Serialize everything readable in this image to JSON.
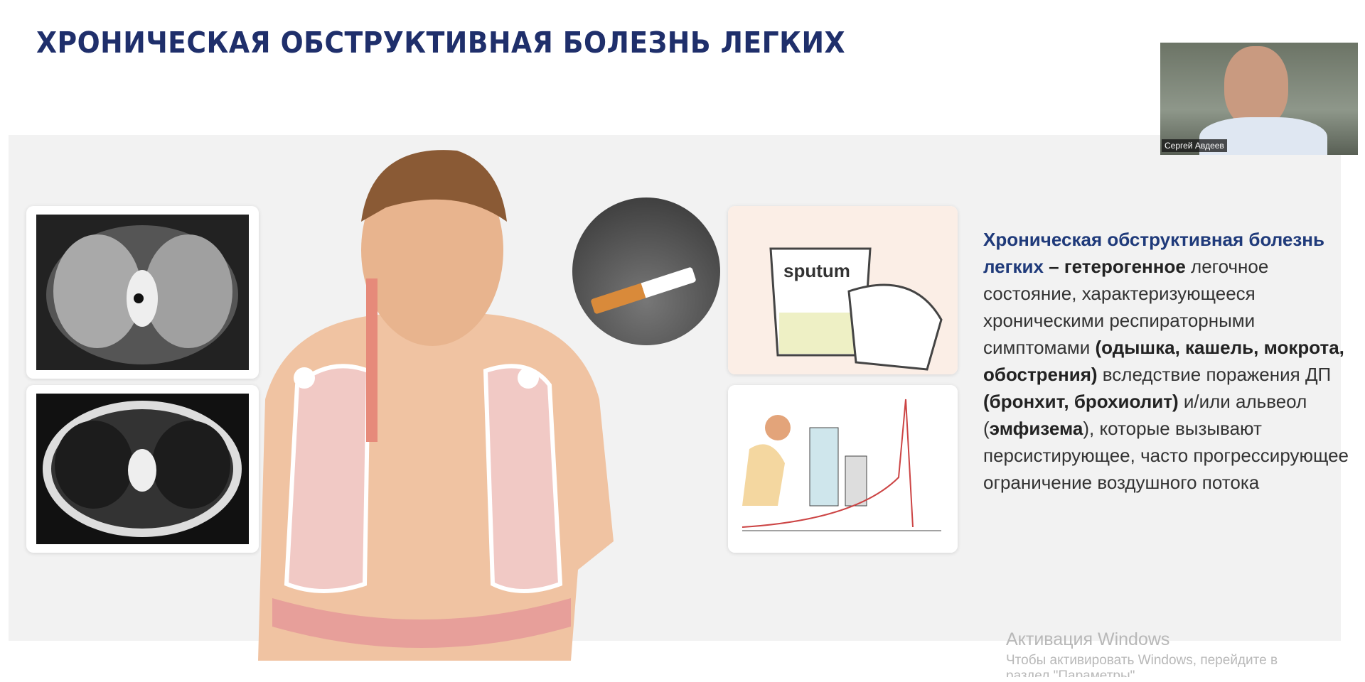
{
  "slide": {
    "title": "ХРОНИЧЕСКАЯ ОБСТРУКТИВНАЯ БОЛЕЗНЬ ЛЕГКИХ",
    "images": {
      "sputum_label": "sputum"
    },
    "description": {
      "term": "Хроническая обструктивная болезнь легких",
      "dash": " – ",
      "b1": "гетерогенное",
      "t1": " легочное состояние, характеризующееся хроническими респираторными симптомами ",
      "b2": "(одышка, кашель, мокрота, обострения)",
      "t2": " вследствие поражения ДП ",
      "b3": "(бронхит, брохиолит)",
      "t3": " и/или альвеол (",
      "b4": "эмфизема",
      "t4": "), которые вызывают персистирующее, часто прогрессирующее ограничение воздушного потока"
    }
  },
  "webcam": {
    "name": "Сергей Авдеев"
  },
  "watermark": {
    "title": "Активация Windows",
    "line1": "Чтобы активировать Windows, перейдите в",
    "line2": "раздел \"Параметры\"."
  }
}
